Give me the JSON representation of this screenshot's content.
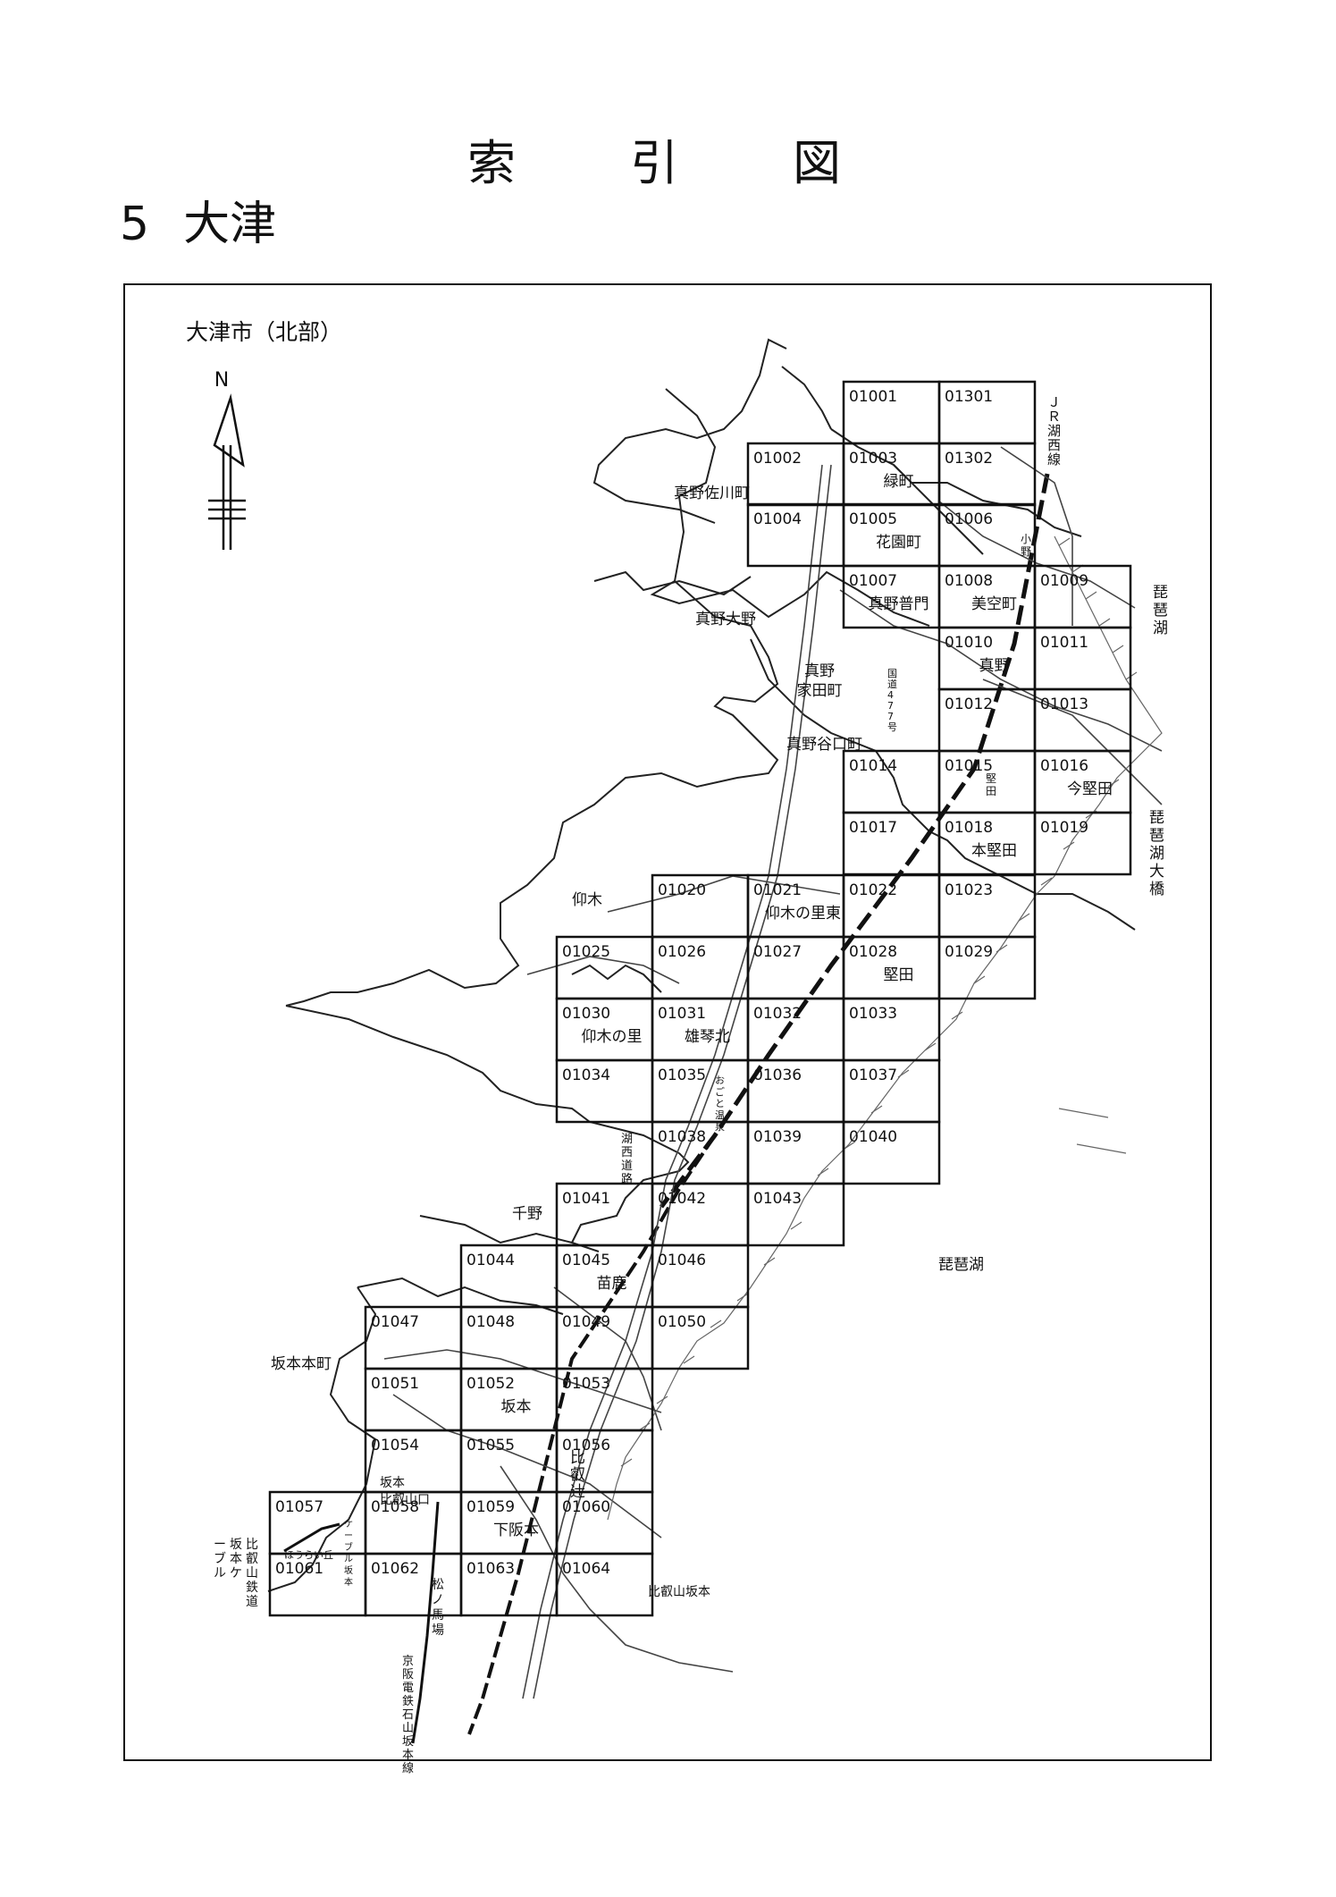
{
  "header": {
    "title_chars": [
      "索",
      "引",
      "図"
    ],
    "section_number": "5",
    "section_name": "大津"
  },
  "map": {
    "region_title": "大津市（北部）",
    "north_label": "N",
    "tiles": [
      {
        "id": "01001",
        "label": ""
      },
      {
        "id": "01301",
        "label": ""
      },
      {
        "id": "01002",
        "label": ""
      },
      {
        "id": "01003",
        "label": "緑町"
      },
      {
        "id": "01302",
        "label": ""
      },
      {
        "id": "01004",
        "label": ""
      },
      {
        "id": "01005",
        "label": "花園町"
      },
      {
        "id": "01006",
        "label": ""
      },
      {
        "id": "01007",
        "label": "真野普門"
      },
      {
        "id": "01008",
        "label": "美空町"
      },
      {
        "id": "01009",
        "label": ""
      },
      {
        "id": "01010",
        "label": "真野"
      },
      {
        "id": "01011",
        "label": ""
      },
      {
        "id": "01012",
        "label": ""
      },
      {
        "id": "01013",
        "label": ""
      },
      {
        "id": "01014",
        "label": ""
      },
      {
        "id": "01015",
        "label": ""
      },
      {
        "id": "01016",
        "label": "今堅田"
      },
      {
        "id": "01017",
        "label": ""
      },
      {
        "id": "01018",
        "label": "本堅田"
      },
      {
        "id": "01019",
        "label": ""
      },
      {
        "id": "01020",
        "label": ""
      },
      {
        "id": "01021",
        "label": "仰木の里東"
      },
      {
        "id": "01022",
        "label": ""
      },
      {
        "id": "01023",
        "label": ""
      },
      {
        "id": "01025",
        "label": ""
      },
      {
        "id": "01026",
        "label": ""
      },
      {
        "id": "01027",
        "label": ""
      },
      {
        "id": "01028",
        "label": "堅田"
      },
      {
        "id": "01029",
        "label": ""
      },
      {
        "id": "01030",
        "label": "仰木の里"
      },
      {
        "id": "01031",
        "label": "雄琴北"
      },
      {
        "id": "01032",
        "label": ""
      },
      {
        "id": "01033",
        "label": ""
      },
      {
        "id": "01034",
        "label": ""
      },
      {
        "id": "01035",
        "label": ""
      },
      {
        "id": "01036",
        "label": ""
      },
      {
        "id": "01037",
        "label": ""
      },
      {
        "id": "01038",
        "label": ""
      },
      {
        "id": "01039",
        "label": ""
      },
      {
        "id": "01040",
        "label": ""
      },
      {
        "id": "01041",
        "label": ""
      },
      {
        "id": "01042",
        "label": ""
      },
      {
        "id": "01043",
        "label": ""
      },
      {
        "id": "01044",
        "label": ""
      },
      {
        "id": "01045",
        "label": "苗鹿"
      },
      {
        "id": "01046",
        "label": ""
      },
      {
        "id": "01047",
        "label": ""
      },
      {
        "id": "01048",
        "label": ""
      },
      {
        "id": "01049",
        "label": ""
      },
      {
        "id": "01050",
        "label": ""
      },
      {
        "id": "01051",
        "label": ""
      },
      {
        "id": "01052",
        "label": "坂本"
      },
      {
        "id": "01053",
        "label": ""
      },
      {
        "id": "01054",
        "label": ""
      },
      {
        "id": "01055",
        "label": ""
      },
      {
        "id": "01056",
        "label": "比叡辻"
      },
      {
        "id": "01057",
        "label": ""
      },
      {
        "id": "01058",
        "label": ""
      },
      {
        "id": "01059",
        "label": "下阪本"
      },
      {
        "id": "01060",
        "label": ""
      },
      {
        "id": "01061",
        "label": ""
      },
      {
        "id": "01062",
        "label": ""
      },
      {
        "id": "01063",
        "label": ""
      },
      {
        "id": "01064",
        "label": ""
      }
    ],
    "place_labels": {
      "mano_sakawa": "真野佐川町",
      "mano_ono": "真野大野",
      "mano_ieda": "真野家田町",
      "mano_taniguchi": "真野谷口町",
      "ogi": "仰木",
      "senno": "千野",
      "sakamoto_honmachi": "坂本本町",
      "biwako_1": "琵琶湖",
      "biwako_2": "琵琶湖",
      "biwako_bridge": "琵琶湖大橋",
      "jr_kosei_line": "ＪＲ湖西線",
      "kosei_road": "湖西道路",
      "national_route": "国道477号",
      "ono_station": "小野",
      "katata_station": "堅田",
      "ogoto_onsen": "おごと温泉",
      "hieizan_sakamoto": "比叡山坂本",
      "sakamoto_hieizanguchi": "坂本比叡山口",
      "cable_sakamoto": "ケーブル坂本",
      "horaioka": "ほうらい丘",
      "hieizan_railway": "比叡山鉄道坂本ケーブル",
      "matsunobaba": "松ノ馬場",
      "keihan_line": "京阪電鉄石山坂本線"
    }
  }
}
